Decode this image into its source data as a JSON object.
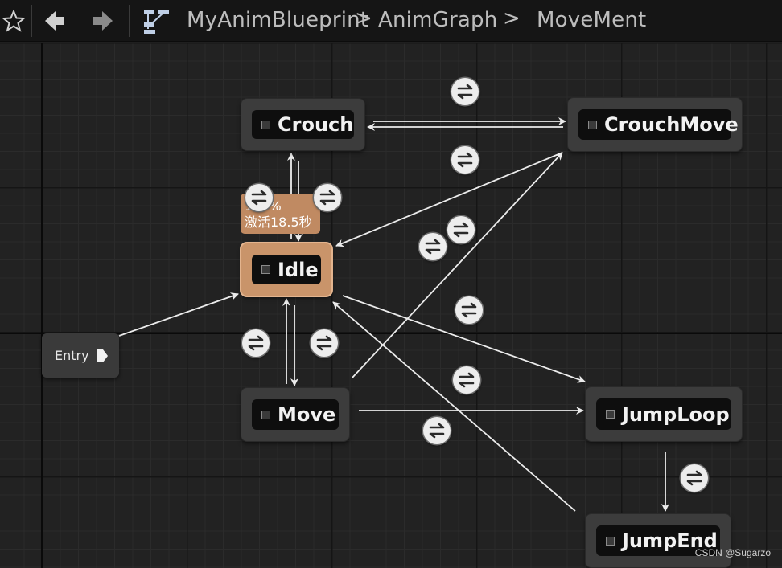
{
  "toolbar": {
    "buttons": [
      {
        "icon": "star-icon"
      },
      {
        "icon": "back-arrow-icon"
      },
      {
        "icon": "forward-arrow-icon"
      },
      {
        "icon": "hierarchy-icon"
      }
    ]
  },
  "breadcrumb": {
    "items": [
      "MyAnimBlueprint",
      "AnimGraph",
      "MoveMent"
    ],
    "separator": ">"
  },
  "graph": {
    "entry_label": "Entry",
    "states": [
      {
        "id": "crouch",
        "label": "Crouch",
        "active": false
      },
      {
        "id": "crouchmove",
        "label": "CrouchMove",
        "active": false
      },
      {
        "id": "idle",
        "label": "Idle",
        "active": true
      },
      {
        "id": "move",
        "label": "Move",
        "active": false
      },
      {
        "id": "jumploop",
        "label": "JumpLoop",
        "active": false
      },
      {
        "id": "jumpend",
        "label": "JumpEnd",
        "active": false
      }
    ],
    "tooltip": {
      "line1": "100%",
      "line2": "激活18.5秒"
    },
    "colors": {
      "active_state": "#c9946a",
      "state_body": "#3c3c3c",
      "wire": "#ececec",
      "transition_icon": "#ededed"
    }
  },
  "watermark": "CSDN @Sugarzo"
}
